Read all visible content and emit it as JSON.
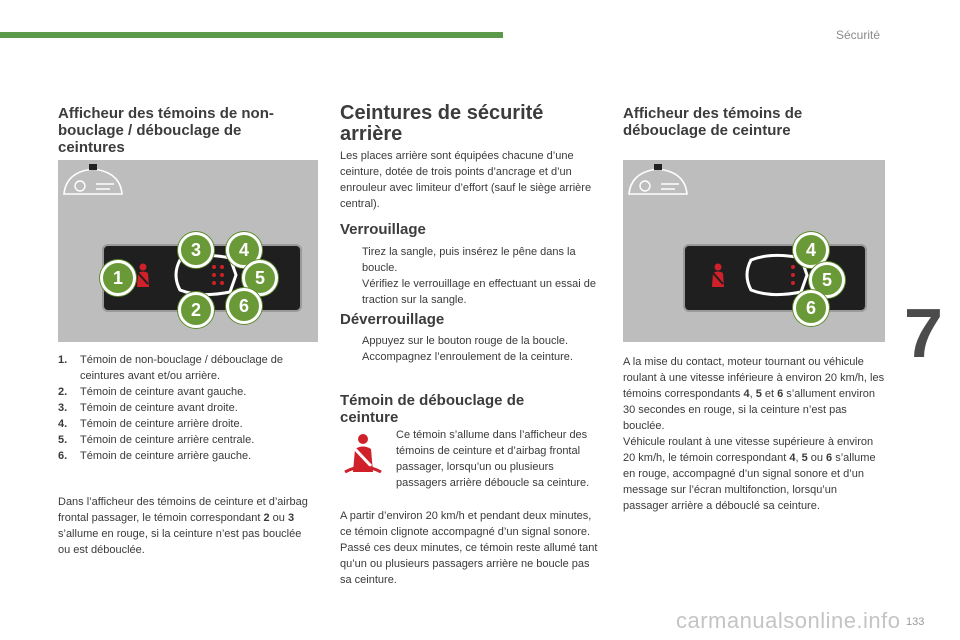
{
  "header": {
    "section": "Sécurité",
    "chapter": "7",
    "page": "133"
  },
  "watermark": "carmanualsonline.info",
  "col1": {
    "title_lines": [
      "Afficheur des témoins de non-",
      "bouclage / débouclage de",
      "ceintures"
    ],
    "items": [
      {
        "num": "1.",
        "text": "Témoin de non-bouclage / débouclage de ceintures avant et/ou arrière."
      },
      {
        "num": "2.",
        "text": "Témoin de ceinture avant gauche."
      },
      {
        "num": "3.",
        "text": "Témoin de ceinture avant droite."
      },
      {
        "num": "4.",
        "text": "Témoin de ceinture arrière droite."
      },
      {
        "num": "5.",
        "text": "Témoin de ceinture arrière centrale."
      },
      {
        "num": "6.",
        "text": "Témoin de ceinture arrière gauche."
      }
    ],
    "note_pre": "Dans l’afficheur des témoins de ceinture et d’airbag frontal passager, le témoin correspondant ",
    "note_b1": "2",
    "note_mid": " ou ",
    "note_b2": "3",
    "note_post": " s’allume en rouge, si la ceinture n’est pas bouclée ou est débouclée.",
    "figure_numbers": [
      "1",
      "2",
      "3",
      "4",
      "5",
      "6"
    ]
  },
  "col2": {
    "title_lines": [
      "Ceintures de sécurité",
      "arrière"
    ],
    "intro": "Les places arrière sont équipées chacune d’une ceinture, dotée de trois points d’ancrage et d’un enrouleur avec limiteur d’effort (sauf le siège arrière central).",
    "lock_title": "Verrouillage",
    "lock_items": [
      "Tirez la sangle, puis insérez le pêne dans la boucle.",
      "Vérifiez le verrouillage en effectuant un essai de traction sur la sangle."
    ],
    "unlock_title": "Déverrouillage",
    "unlock_items": [
      "Appuyez sur le bouton rouge de la boucle.",
      "Accompagnez l’enroulement de la ceinture."
    ],
    "bullet": "",
    "warn_title_lines": [
      "Témoin de débouclage de",
      "ceinture"
    ],
    "warn_text": "Ce témoin s’allume dans l’afficheur des témoins de ceinture et d’airbag frontal passager, lorsqu’un ou plusieurs passagers arrière débouclе sa ceinture.",
    "warn_text2": "A partir d’environ 20 km/h et pendant deux minutes, ce témoin clignote accompagné d’un signal sonore. Passé ces deux minutes, ce témoin reste allumé tant qu’un ou plusieurs passagers arrière ne boucle pas sa ceinture."
  },
  "col3": {
    "title_lines": [
      "Afficheur des témoins de",
      "débouclage de ceinture"
    ],
    "p1_a": "A la mise du contact, moteur tournant ou véhicule roulant à une vitesse inférieure à environ 20 km/h, les témoins correspondants ",
    "p1_b1": "4",
    "p1_c": ", ",
    "p1_b2": "5",
    "p1_d": " et ",
    "p1_b3": "6",
    "p1_e": " s’allument environ 30 secondes en rouge, si la ceinture n’est pas bouclée.",
    "p2_a": "Véhicule roulant à une vitesse supérieure à environ 20 km/h, le témoin correspondant ",
    "p2_b1": "4",
    "p2_c": ", ",
    "p2_b2": "5",
    "p2_d": " ou ",
    "p2_b3": "6",
    "p2_e": " s’allume en rouge, accompagné d’un signal sonore et d’un message sur l’écran multifonction, lorsqu’un passager arrière a débouclé sa ceinture.",
    "figure_numbers": [
      "4",
      "5",
      "6"
    ]
  },
  "colors": {
    "accent_green": "#5a9a4a",
    "badge_green": "#6a9a38",
    "warning_red": "#d0202a"
  }
}
